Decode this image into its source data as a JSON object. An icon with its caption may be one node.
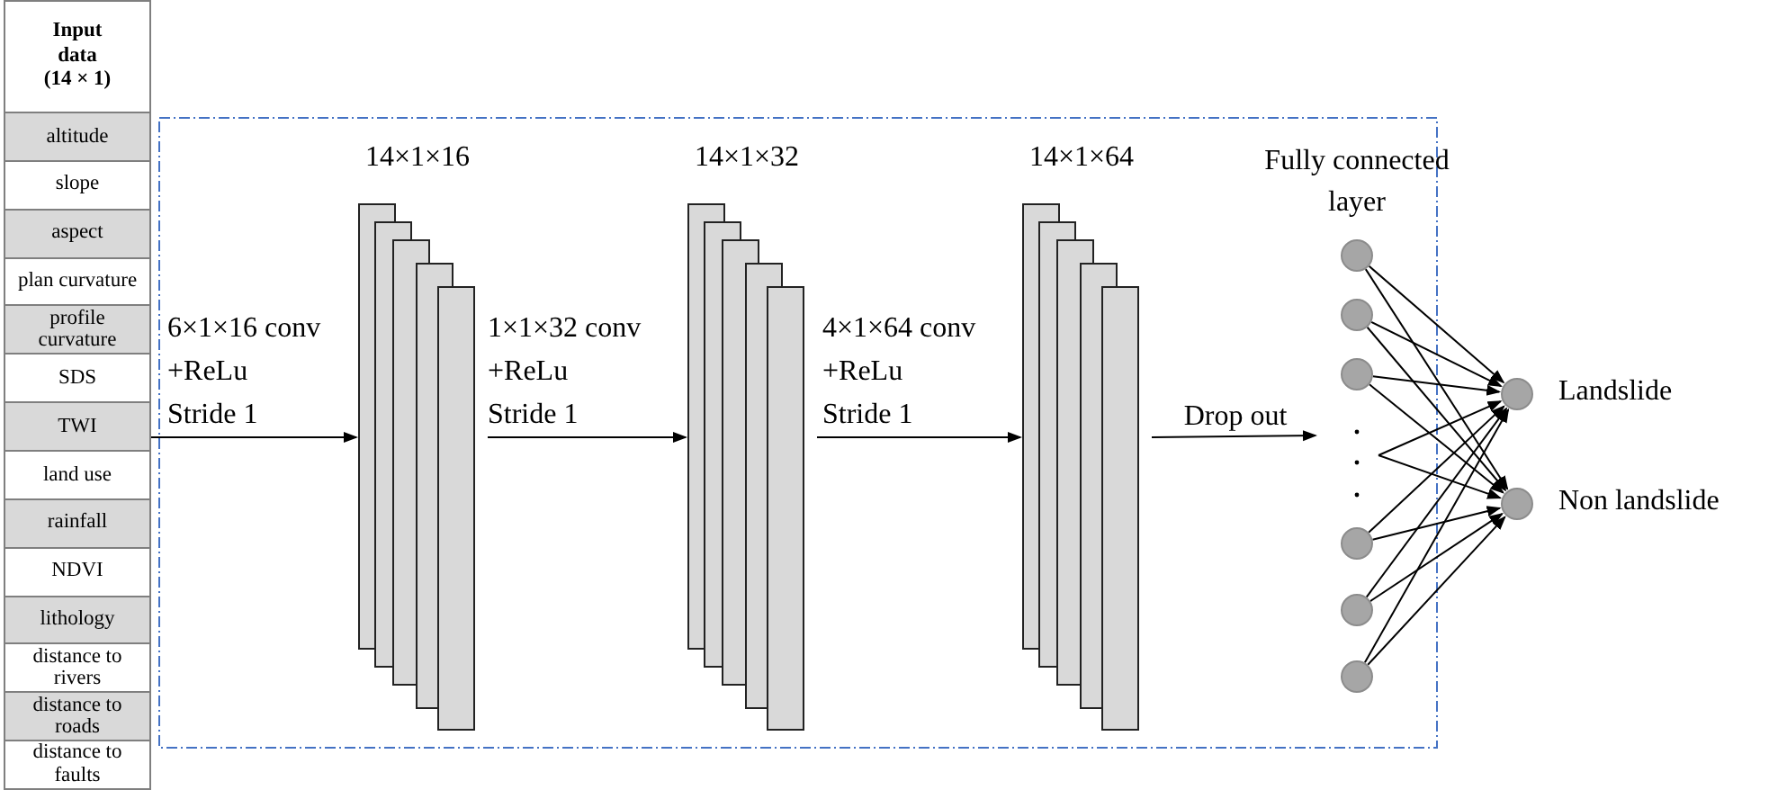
{
  "diagram": {
    "nodes": [
      {
        "text": [
          "Input data (14 × 1)"
        ]
      },
      {
        "text": [
          "altitude"
        ],
        "in": 0
      },
      {
        "text": [
          "slope"
        ],
        "in": 0
      },
      {
        "text": [
          "aspect"
        ],
        "in": 0
      },
      {
        "text": [
          "plan curvature"
        ],
        "in": 0
      },
      {
        "text": [
          "profile curvature"
        ],
        "in": 0
      },
      {
        "text": [
          "SDS"
        ],
        "in": 0
      },
      {
        "text": [
          "TWI"
        ],
        "in": 0
      },
      {
        "text": [
          "land use"
        ],
        "in": 0
      },
      {
        "text": [
          "rainfall"
        ],
        "in": 0
      },
      {
        "text": [
          "NDVI"
        ],
        "in": 0
      },
      {
        "text": [
          "lithology"
        ],
        "in": 0
      },
      {
        "text": [
          "distance to rivers"
        ],
        "in": 0
      },
      {
        "text": [
          "distance to roads"
        ],
        "in": 0
      },
      {
        "text": [
          "distance to faults"
        ],
        "in": 0
      },
      {
        "text": [
          "14×1×16"
        ]
      },
      {
        "text": [
          "14×1×32"
        ]
      },
      {
        "text": [
          "14×1×64"
        ]
      },
      {
        "text": [],
        "shape": "circle"
      },
      {
        "text": [],
        "shape": "circle"
      },
      {
        "text": [],
        "shape": "circle"
      },
      {
        "text": [],
        "shape": "circle"
      },
      {
        "text": [],
        "shape": "circle"
      },
      {
        "text": [],
        "shape": "circle"
      },
      {
        "text": [],
        "shape": "circle",
        "beside": [
          "Landslide"
        ]
      },
      {
        "text": [],
        "shape": "circle",
        "beside": [
          "Non landslide"
        ]
      }
    ],
    "edges": [
      {
        "from": 0,
        "to": 15,
        "arrow": "to",
        "label": "6×1×16 conv +ReLu Stride 1"
      },
      {
        "from": 15,
        "to": 16,
        "arrow": "to",
        "label": "1×1×32 conv +ReLu Stride 1"
      },
      {
        "from": 16,
        "to": 17,
        "arrow": "to",
        "label": "4×1×64 conv +ReLu Stride 1"
      },
      {
        "from": 17,
        "to": null,
        "arrow": "to",
        "label": "Drop out"
      },
      {
        "from": 18,
        "to": 24,
        "arrow": "to"
      },
      {
        "from": 18,
        "to": 25,
        "arrow": "to"
      },
      {
        "from": 19,
        "to": 24,
        "arrow": "to"
      },
      {
        "from": 19,
        "to": 25,
        "arrow": "to"
      },
      {
        "from": 20,
        "to": 24,
        "arrow": "to"
      },
      {
        "from": 20,
        "to": 25,
        "arrow": "to"
      },
      {
        "from": null,
        "to": 24,
        "arrow": "to"
      },
      {
        "from": null,
        "to": 25,
        "arrow": "to"
      },
      {
        "from": 21,
        "to": 24,
        "arrow": "to"
      },
      {
        "from": 21,
        "to": 25,
        "arrow": "to"
      },
      {
        "from": 22,
        "to": 24,
        "arrow": "to"
      },
      {
        "from": 22,
        "to": 25,
        "arrow": "to"
      },
      {
        "from": 23,
        "to": 24,
        "arrow": "to"
      },
      {
        "from": 23,
        "to": 25,
        "arrow": "to"
      }
    ],
    "labels": [
      "Fully connected layer"
    ]
  }
}
